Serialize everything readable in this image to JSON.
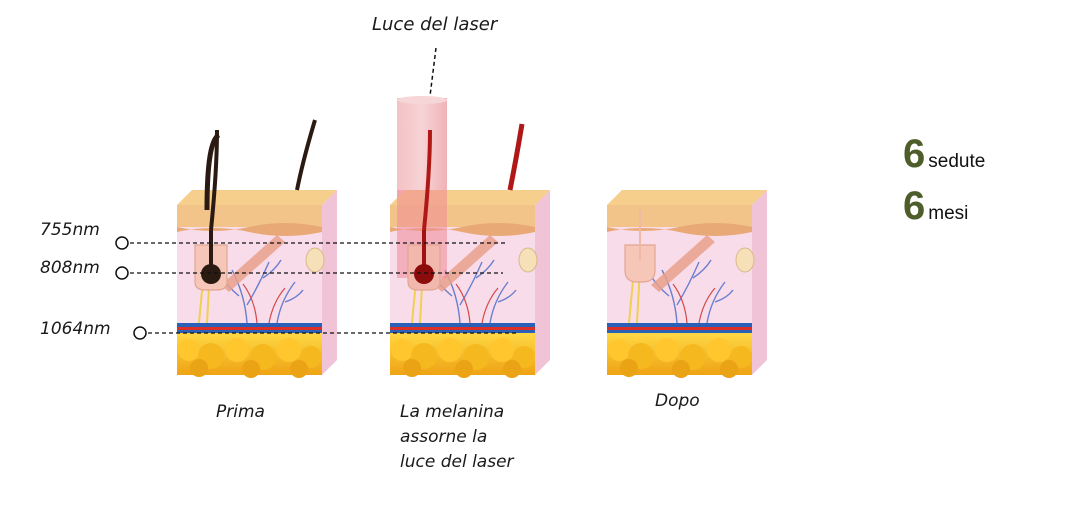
{
  "laser_label": "Luce del laser",
  "wavelengths": [
    "755nm",
    "808nm",
    "1064nm"
  ],
  "captions": {
    "before": "Prima",
    "absorb": [
      "La melanina",
      "assorne la",
      "luce del laser"
    ],
    "after": "Dopo"
  },
  "stats": [
    {
      "value": "6",
      "unit": "sedute"
    },
    {
      "value": "6",
      "unit": "mesi"
    }
  ],
  "colors": {
    "accent": "#4e5e2a",
    "fat": "#f2b11e",
    "dermis": "#f7dbe8",
    "epidermis": "#f2c98a",
    "laser": "#f2b8bd",
    "hair_dark": "#2b1a12",
    "hair_red": "#b01818"
  }
}
